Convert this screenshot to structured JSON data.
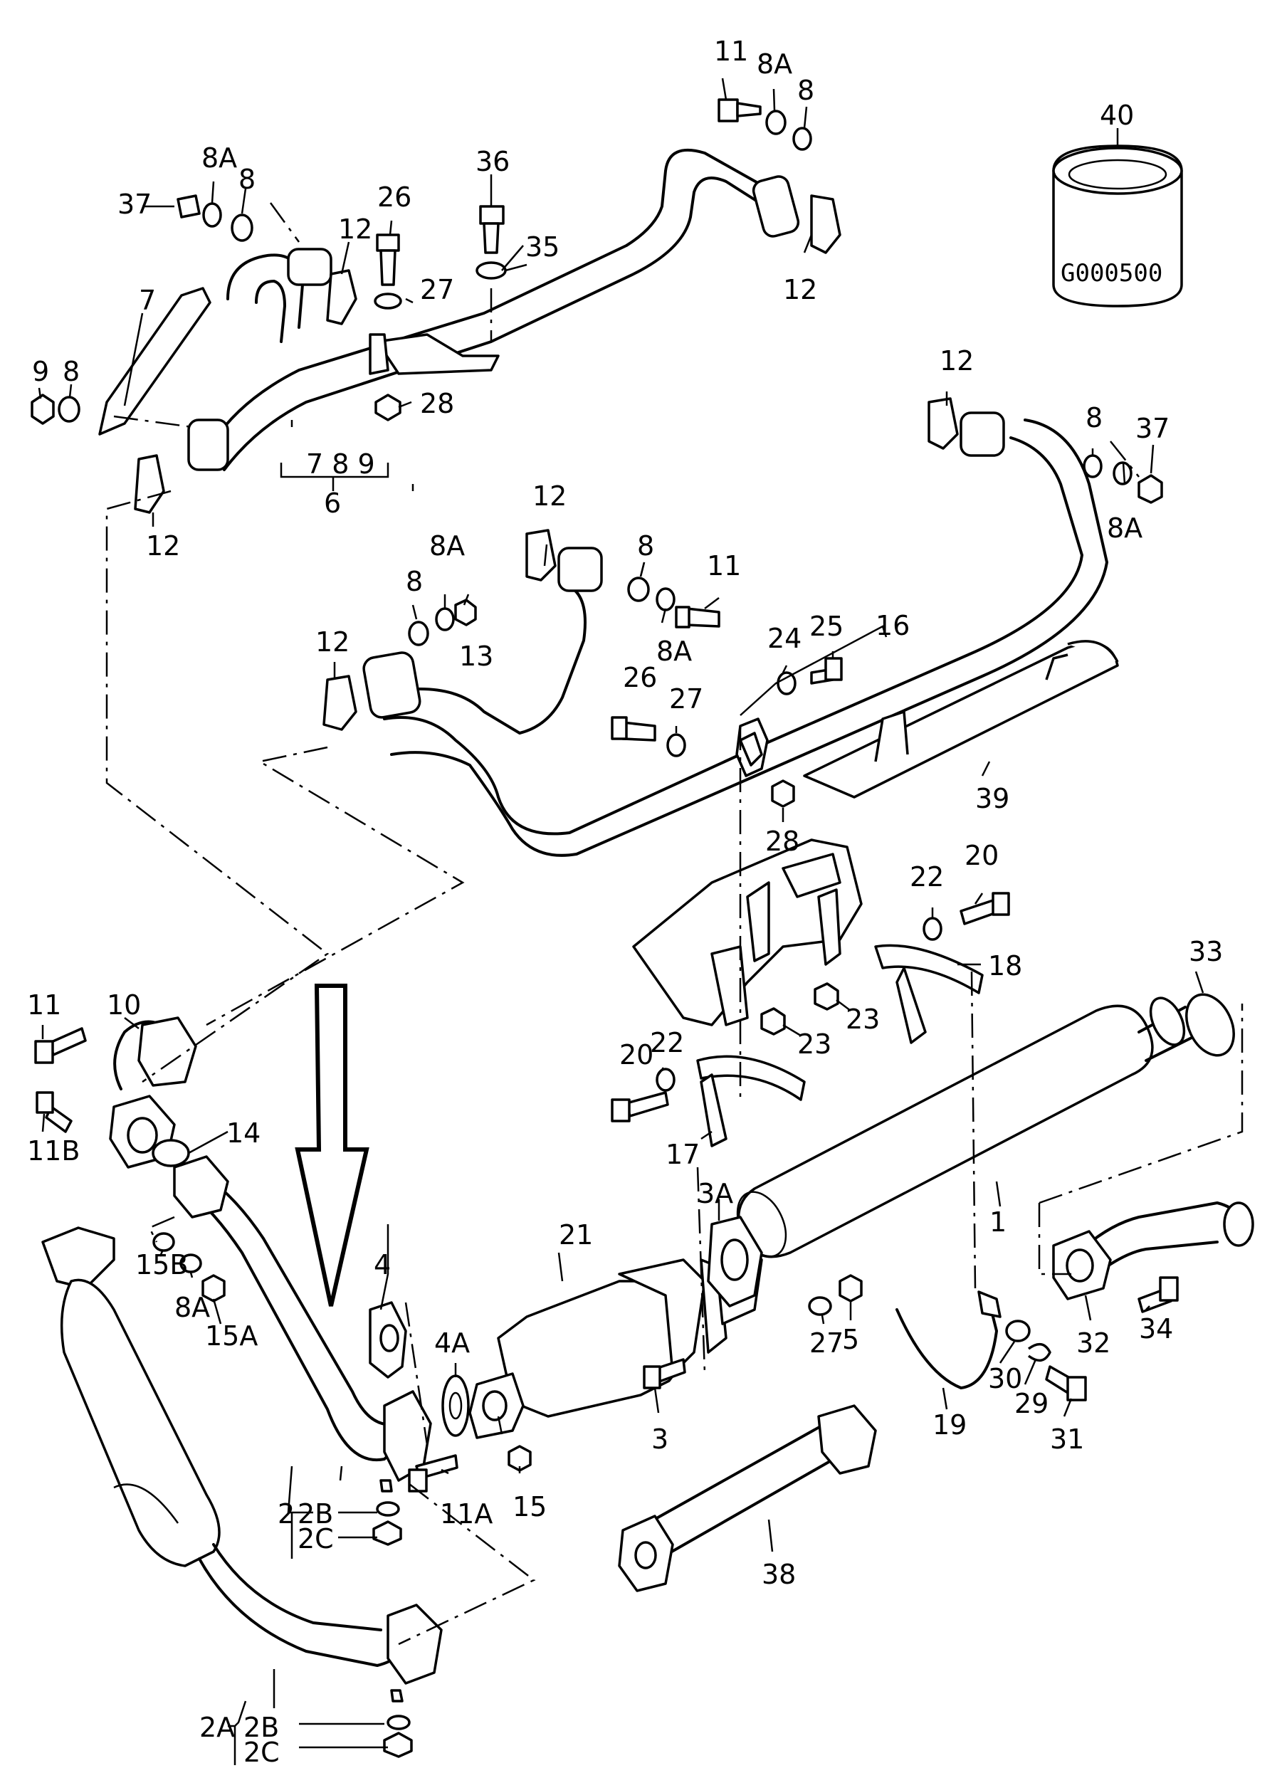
{
  "labels": {
    "p1": "1",
    "p2": "2",
    "p2A": "2A",
    "p2B": "2B",
    "p2B_b": "2B",
    "p2C": "2C",
    "p2C_b": "2C",
    "p3": "3",
    "p3A": "3A",
    "p4": "4",
    "p4A": "4A",
    "p5": "5",
    "p6": "6",
    "p6_group": "7 8 9",
    "p7": "7",
    "p8_a": "8",
    "p8_b": "8",
    "p8_c": "8",
    "p8_d": "8",
    "p8_e": "8",
    "p8_f": "8",
    "p8A_a": "8A",
    "p8A_b": "8A",
    "p8A_c": "8A",
    "p8A_d": "8A",
    "p8A_e": "8A",
    "p8A_f": "8A",
    "p9": "9",
    "p10": "10",
    "p11_a": "11",
    "p11_b": "11",
    "p11_c": "11",
    "p11A": "11A",
    "p11B": "11B",
    "p12_a": "12",
    "p12_b": "12",
    "p12_c": "12",
    "p12_d": "12",
    "p12_e": "12",
    "p12_f": "12",
    "p13": "13",
    "p14": "14",
    "p15": "15",
    "p15A": "15A",
    "p15B": "15B",
    "p16": "16",
    "p17": "17",
    "p18": "18",
    "p19": "19",
    "p20_a": "20",
    "p20_b": "20",
    "p21": "21",
    "p22_a": "22",
    "p22_b": "22",
    "p23_a": "23",
    "p23_b": "23",
    "p24": "24",
    "p25": "25",
    "p26_a": "26",
    "p26_b": "26",
    "p27_a": "27",
    "p27_b": "27",
    "p27_c": "27",
    "p28_a": "28",
    "p28_b": "28",
    "p29": "29",
    "p30": "30",
    "p31": "31",
    "p32": "32",
    "p33": "33",
    "p34": "34",
    "p35": "35",
    "p36": "36",
    "p37_a": "37",
    "p37_b": "37",
    "p38": "38",
    "p39": "39",
    "p40": "40"
  },
  "part_number_text": "G000500"
}
